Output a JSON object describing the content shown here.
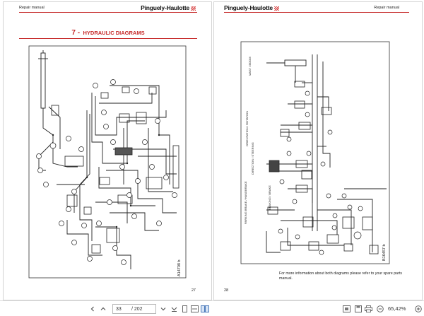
{
  "left_page": {
    "header_left": "Repair manual",
    "brand": "Pinguely-Haulotte",
    "chapter_number": "7 -",
    "chapter_title": "HYDRAULIC DIAGRAMS",
    "diagram_ref": "A14708 b",
    "page_number": "27"
  },
  "right_page": {
    "brand": "Pinguely-Haulotte",
    "header_right": "Repair manual",
    "labels": [
      "MAST / BOOM",
      "ORIENTATION / ROTATION",
      "DIRECTION / STEERING",
      "BRAKING / BRAKE",
      "PARKING BRAKE / HANDBRAKE"
    ],
    "diagram_ref": "B16457 b",
    "note": "For more information about both diagrams please refer to your spare parts manual.",
    "page_number": "28"
  },
  "toolbar": {
    "current_page": "33",
    "total_pages": "/ 202",
    "zoom": "65,42%",
    "icons": [
      "scroll-left-icon",
      "prev-page-icon",
      "next-page-icon",
      "last-page-icon",
      "single-page-icon",
      "fit-width-icon",
      "two-page-icon",
      "fit-page-icon",
      "save-icon",
      "print-icon",
      "zoom-out-icon",
      "zoom-in-icon"
    ]
  }
}
